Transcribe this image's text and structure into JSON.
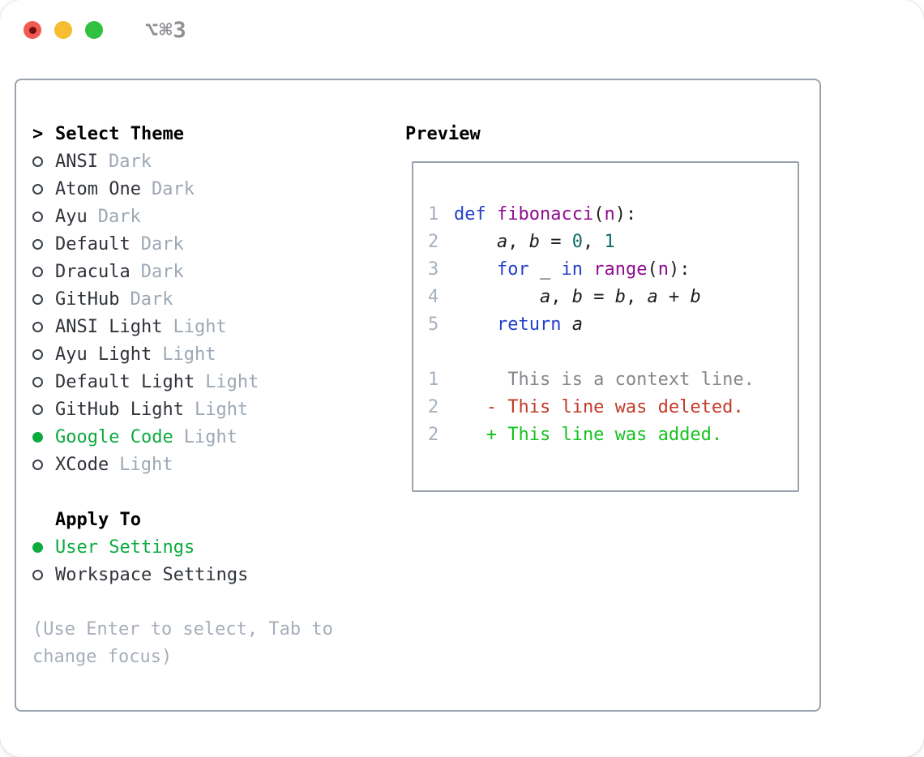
{
  "titlebar": {
    "shortcut": "⌥⌘3"
  },
  "colors": {
    "accent_green": "#0cab3f",
    "keyword_blue": "#2440cc",
    "function_purple": "#8f0d90",
    "literal_teal": "#0e6b66",
    "diff_red": "#c53a28",
    "diff_green": "#16c220",
    "panel_border": "#9aa2ae"
  },
  "themes": {
    "header_prefix": ">",
    "header": "Select Theme",
    "items": [
      {
        "name": "ANSI",
        "variant": "Dark",
        "selected": false
      },
      {
        "name": "Atom One",
        "variant": "Dark",
        "selected": false
      },
      {
        "name": "Ayu",
        "variant": "Dark",
        "selected": false
      },
      {
        "name": "Default",
        "variant": "Dark",
        "selected": false
      },
      {
        "name": "Dracula",
        "variant": "Dark",
        "selected": false
      },
      {
        "name": "GitHub",
        "variant": "Dark",
        "selected": false
      },
      {
        "name": "ANSI Light",
        "variant": "Light",
        "selected": false
      },
      {
        "name": "Ayu Light",
        "variant": "Light",
        "selected": false
      },
      {
        "name": "Default Light",
        "variant": "Light",
        "selected": false
      },
      {
        "name": "GitHub Light",
        "variant": "Light",
        "selected": false
      },
      {
        "name": "Google Code",
        "variant": "Light",
        "selected": true
      },
      {
        "name": "XCode",
        "variant": "Light",
        "selected": false
      }
    ]
  },
  "apply_to": {
    "header": "Apply To",
    "options": [
      {
        "name": "User Settings",
        "selected": true
      },
      {
        "name": "Workspace Settings",
        "selected": false
      }
    ]
  },
  "hint": "(Use Enter to select, Tab to change focus)",
  "preview": {
    "header": "Preview",
    "code": [
      {
        "num": "1",
        "tokens": [
          {
            "c": "k",
            "t": "def"
          },
          {
            "c": "p",
            "t": " "
          },
          {
            "c": "f",
            "t": "fibonacci"
          },
          {
            "c": "p",
            "t": "("
          },
          {
            "c": "f",
            "t": "n"
          },
          {
            "c": "p",
            "t": "):"
          }
        ]
      },
      {
        "num": "2",
        "tokens": [
          {
            "c": "p",
            "t": "    "
          },
          {
            "c": "v",
            "t": "a"
          },
          {
            "c": "p",
            "t": ", "
          },
          {
            "c": "v",
            "t": "b"
          },
          {
            "c": "p",
            "t": " = "
          },
          {
            "c": "l",
            "t": "0"
          },
          {
            "c": "p",
            "t": ", "
          },
          {
            "c": "l",
            "t": "1"
          }
        ]
      },
      {
        "num": "3",
        "tokens": [
          {
            "c": "p",
            "t": "    "
          },
          {
            "c": "k",
            "t": "for"
          },
          {
            "c": "p",
            "t": " "
          },
          {
            "c": "v",
            "t": "_"
          },
          {
            "c": "p",
            "t": " "
          },
          {
            "c": "k",
            "t": "in"
          },
          {
            "c": "p",
            "t": " "
          },
          {
            "c": "f",
            "t": "range"
          },
          {
            "c": "p",
            "t": "("
          },
          {
            "c": "f",
            "t": "n"
          },
          {
            "c": "p",
            "t": "):"
          }
        ]
      },
      {
        "num": "4",
        "tokens": [
          {
            "c": "p",
            "t": "        "
          },
          {
            "c": "v",
            "t": "a"
          },
          {
            "c": "p",
            "t": ", "
          },
          {
            "c": "v",
            "t": "b"
          },
          {
            "c": "p",
            "t": " = "
          },
          {
            "c": "v",
            "t": "b"
          },
          {
            "c": "p",
            "t": ", "
          },
          {
            "c": "v",
            "t": "a"
          },
          {
            "c": "p",
            "t": " + "
          },
          {
            "c": "v",
            "t": "b"
          }
        ]
      },
      {
        "num": "5",
        "tokens": [
          {
            "c": "p",
            "t": "    "
          },
          {
            "c": "k",
            "t": "return"
          },
          {
            "c": "p",
            "t": " "
          },
          {
            "c": "v",
            "t": "a"
          }
        ]
      }
    ],
    "diff": [
      {
        "num": "1",
        "kind": "context",
        "text": "     This is a context line."
      },
      {
        "num": "2",
        "kind": "deleted",
        "text": "   - This line was deleted."
      },
      {
        "num": "2b_num",
        "num2": "2",
        "kind": "added",
        "text": "   + This line was added."
      }
    ]
  }
}
